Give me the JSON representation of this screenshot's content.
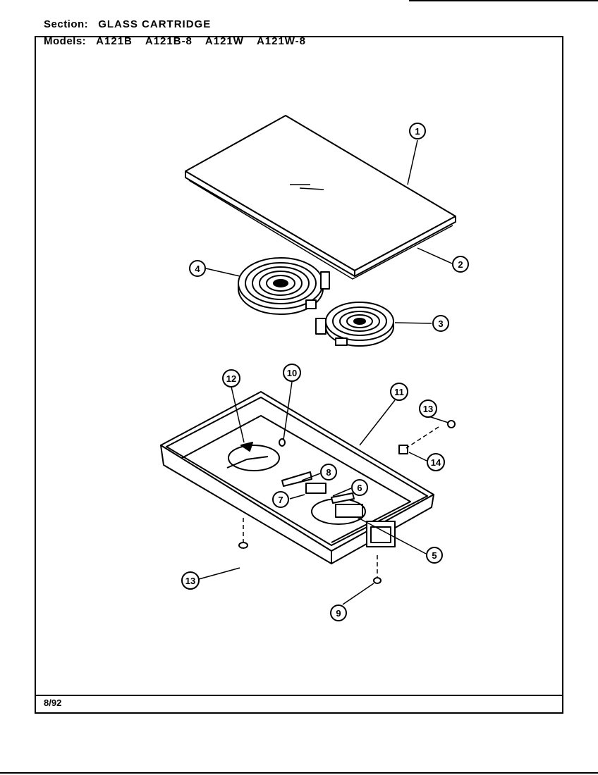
{
  "header": {
    "section_label": "Section:",
    "section_value": "GLASS CARTRIDGE",
    "models_label": "Models:",
    "models": [
      "A121B",
      "A121B-8",
      "A121W",
      "A121W-8"
    ]
  },
  "footer": {
    "date_code": "8/92"
  },
  "callouts": [
    "1",
    "2",
    "3",
    "4",
    "5",
    "6",
    "7",
    "8",
    "9",
    "10",
    "11",
    "12",
    "13",
    "13",
    "14"
  ]
}
